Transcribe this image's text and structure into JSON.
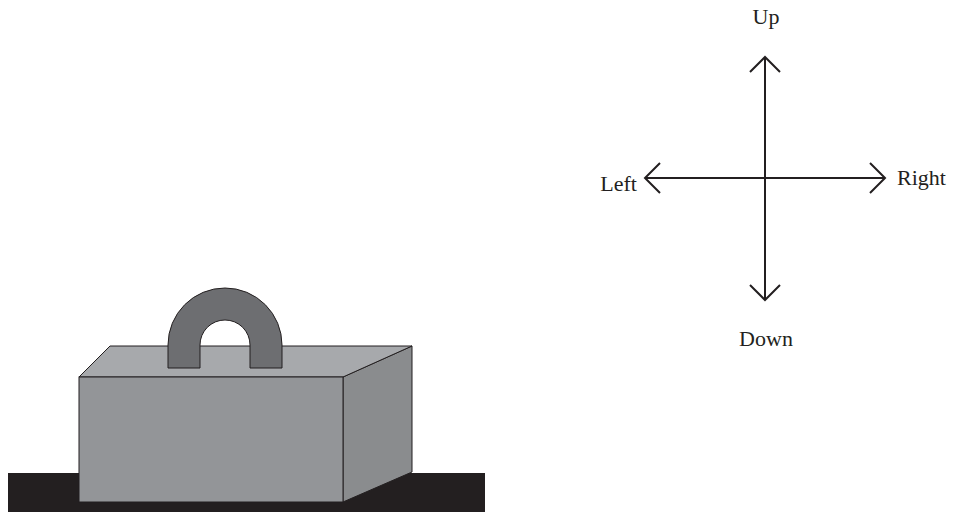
{
  "diagram": {
    "labels": [
      "Up",
      "Left",
      "Right",
      "Down"
    ]
  }
}
